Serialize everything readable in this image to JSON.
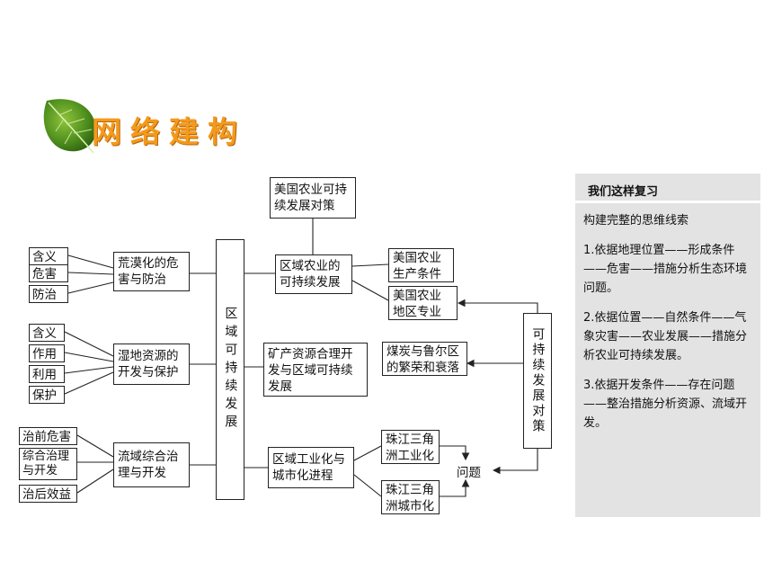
{
  "title": "网络建构",
  "diagram": {
    "left_items": {
      "desert": [
        "含义",
        "危害",
        "防治"
      ],
      "wetland": [
        "含义",
        "作用",
        "利用",
        "保护"
      ],
      "river": [
        "治前危害",
        "综合治理与开发",
        "治后效益"
      ]
    },
    "topics": {
      "desert": "荒漠化的危害与防治",
      "wetland": "湿地资源的开发与保护",
      "river": "流域综合治理与开发"
    },
    "center": "区域可持续发展",
    "mid": {
      "agri": "区域农业的可持续发展",
      "mine": "矿产资源合理开发与区域可持续发展",
      "industry": "区域工业化与城市化进程"
    },
    "right": {
      "us_strategy": "美国农业可持续发展对策",
      "us_conditions": "美国农业生产条件",
      "us_special": "美国农业地区专业化",
      "coal": "煤炭与鲁尔区的繁荣和衰落",
      "prd_industry": "珠江三角洲工业化",
      "prd_city": "珠江三角洲城市化",
      "problem": "问题",
      "strategy": "可持续发展对策"
    }
  },
  "panel": {
    "header": "我们这样复习",
    "intro": "构建完整的思维线索",
    "points": [
      "1.依据地理位置——形成条件——危害——措施分析生态环境问题。",
      "2.依据位置——自然条件——气象灾害——农业发展——措施分析农业可持续发展。",
      "3.依据开发条件——存在问题——整治措施分析资源、流域开发。"
    ]
  }
}
